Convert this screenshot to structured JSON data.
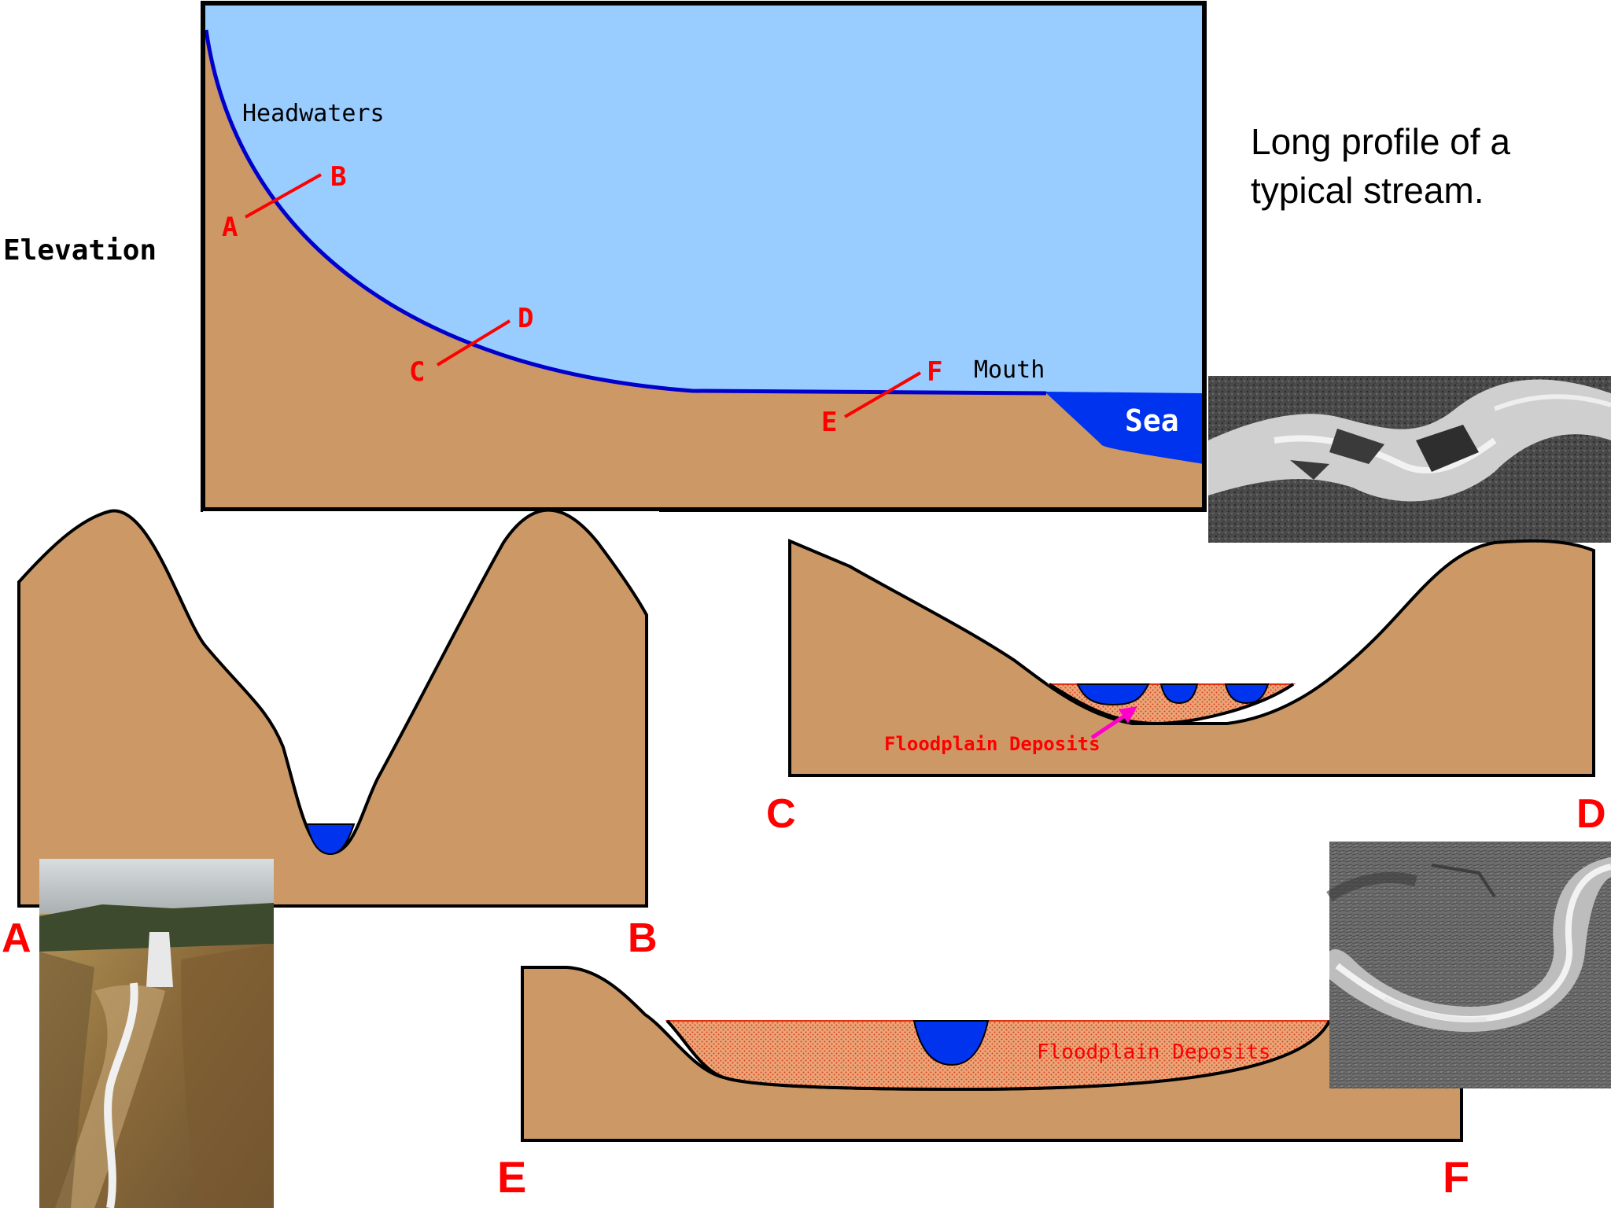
{
  "title": {
    "line1": "Long profile of a",
    "line2": "typical stream."
  },
  "profile": {
    "y_axis_label": "Elevation",
    "headwaters_label": "Headwaters",
    "mouth_label": "Mouth",
    "sea_label": "Sea",
    "section_markers": {
      "a": "A",
      "b": "B",
      "c": "C",
      "d": "D",
      "e": "E",
      "f": "F"
    }
  },
  "section_ab": {
    "left_label": "A",
    "right_label": "B"
  },
  "section_cd": {
    "left_label": "C",
    "right_label": "D",
    "floodplain_label": "Floodplain Deposits"
  },
  "section_ef": {
    "left_label": "E",
    "right_label": "F",
    "floodplain_label": "Floodplain Deposits"
  },
  "colors": {
    "sky": "#99ccff",
    "earth": "#cc9966",
    "water": "#0033ff",
    "stream_line": "#0000cc",
    "marker_red": "#ff0000",
    "floodplain_fill": "#e8a070",
    "floodplain_dots": "#e04020",
    "arrow_magenta": "#ff00cc"
  },
  "icons": {
    "photo_canyon": "yellowstone-canyon-photo",
    "photo_braided": "braided-river-aerial-photo",
    "photo_meander": "meandering-river-aerial-photo"
  }
}
